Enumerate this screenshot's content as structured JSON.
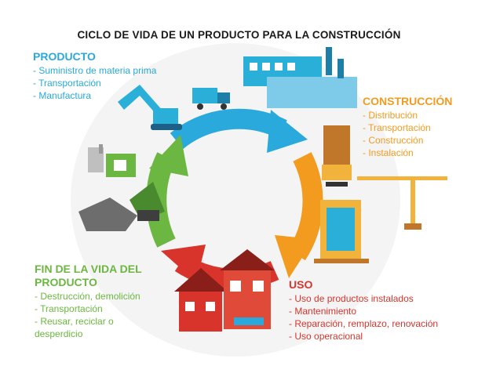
{
  "title": "CICLO DE VIDA DE UN PRODUCTO PARA LA CONSTRUCCIÓN",
  "colors": {
    "blue": "#29a9dc",
    "orange": "#f39b1e",
    "red": "#d9342b",
    "green": "#6cb741",
    "cyan": "#2ab0d8"
  },
  "stages": [
    {
      "heading": "PRODUCTO",
      "items": [
        "Suministro de materia prima",
        "Transportación",
        "Manufactura"
      ]
    },
    {
      "heading": "CONSTRUCCIÓN",
      "items": [
        "Distribución",
        "Transportación",
        "Construcción",
        "Instalación"
      ]
    },
    {
      "heading": "USO",
      "items": [
        "Uso de productos instalados",
        "Mantenimiento",
        "Reparación, remplazo, renovación",
        "Uso operacional"
      ]
    },
    {
      "heading": "FIN DE LA VIDA DEL PRODUCTO",
      "items": [
        "Destrucción, demolición",
        "Transportación",
        "Reusar, reciclar o desperdicio"
      ]
    }
  ]
}
